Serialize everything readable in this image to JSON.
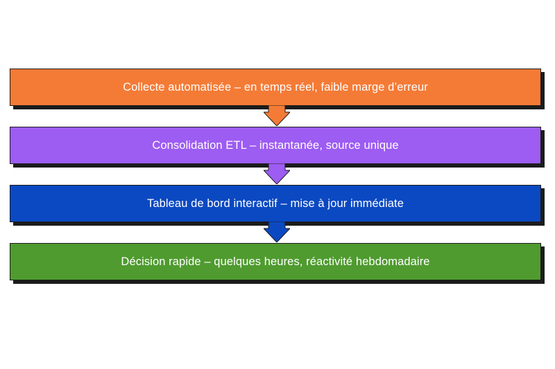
{
  "steps": [
    {
      "label": "Collecte automatisée – en temps réel, faible marge d’erreur",
      "color": "#f47b36"
    },
    {
      "label": "Consolidation ETL – instantanée, source unique",
      "color": "#9d5cf2"
    },
    {
      "label": "Tableau de bord interactif – mise à jour immédiate",
      "color": "#0b49c2"
    },
    {
      "label": "Décision rapide – quelques heures, réactivité hebdomadaire",
      "color": "#4f9b2f"
    }
  ],
  "arrows": [
    {
      "color": "#f47b36"
    },
    {
      "color": "#9d5cf2"
    },
    {
      "color": "#0b49c2"
    }
  ]
}
